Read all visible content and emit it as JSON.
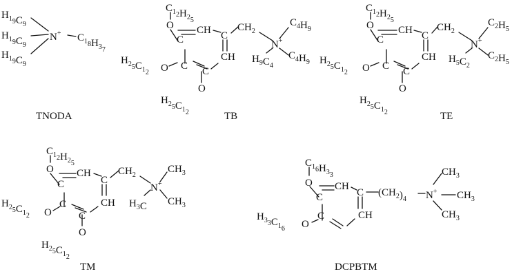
{
  "captions": {
    "tnoda": "TNODA",
    "tb": "TB",
    "te": "TE",
    "tm": "TM",
    "dcpbtm": "DCPBTM"
  },
  "tnoda": {
    "n_plus": "N+",
    "h19c9": "H19C9",
    "c18h37": "C18H37"
  },
  "tb": {
    "c12h25": "C12H25",
    "h25c12": "H25C12",
    "o": "O",
    "c": "C",
    "ch": "CH",
    "ch2": "CH2",
    "n_plus": "N+",
    "c4h9": "C4H9",
    "h9c4": "H9C4"
  },
  "te": {
    "c12h25": "C12H25",
    "h25c12": "H25C12",
    "o": "O",
    "c": "C",
    "ch": "CH",
    "ch2": "CH2",
    "n_plus": "N+",
    "c2h5": "C2H5",
    "h5c2": "H5C2"
  },
  "tm": {
    "c12h25": "C12H25",
    "h25c12": "H25C12",
    "o": "O",
    "c": "C",
    "ch": "CH",
    "ch2": "CH2",
    "n_plus": "N+",
    "ch3": "CH3",
    "h3c": "H3C"
  },
  "dcpbtm": {
    "c16h33": "C16H33",
    "h33c16": "H33C16",
    "o": "O",
    "c": "C",
    "ch": "CH",
    "ch2_4": "(CH2)4",
    "n_plus": "N+",
    "ch3": "CH3"
  },
  "colors": {
    "ink": "#111111",
    "background": "#ffffff"
  }
}
